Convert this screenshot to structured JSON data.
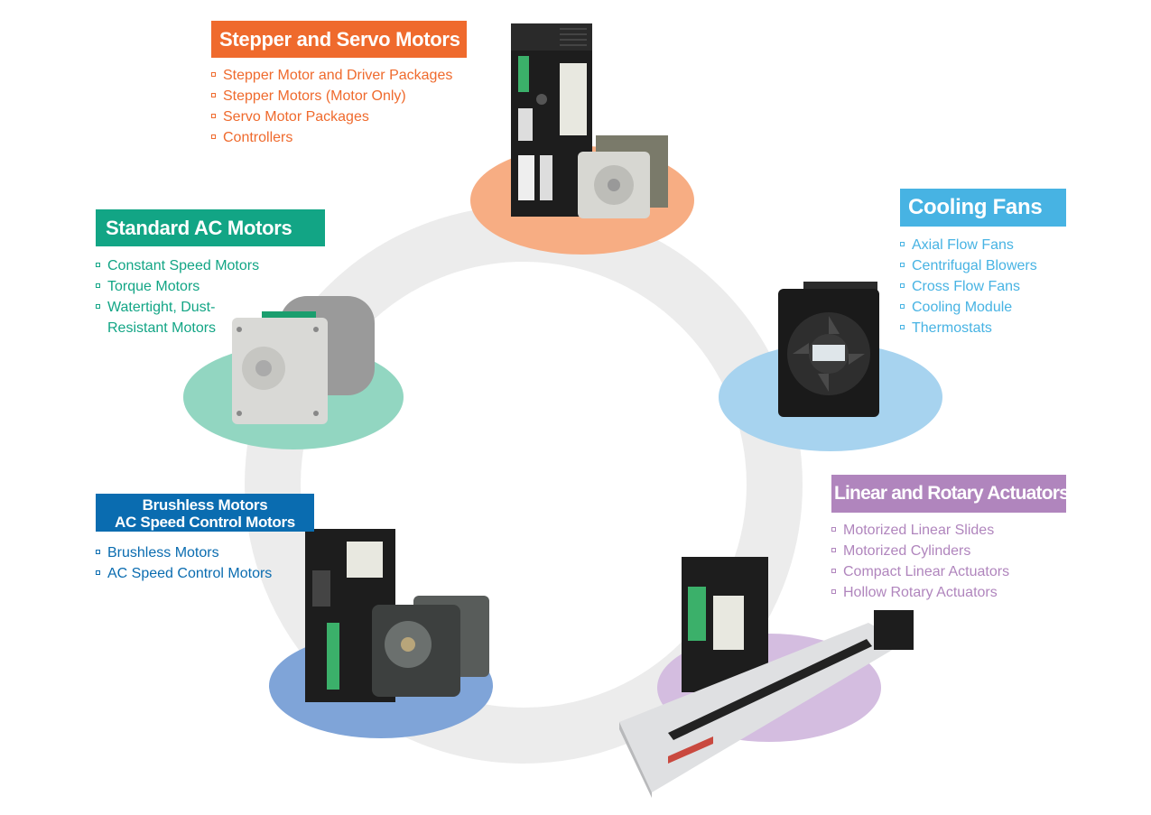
{
  "colors": {
    "ring": "#ececec",
    "stepper": "#ef6a2d",
    "stepper_blob": "#f7ad83",
    "ac": "#12a585",
    "ac_blob": "#92d6c1",
    "fans": "#47b3e3",
    "fans_blob": "#a7d3ef",
    "brushless": "#0a6cb0",
    "brushless_blob": "#7fa4d8",
    "actuators": "#b085bd",
    "actuators_blob": "#d4bde0"
  },
  "categories": {
    "stepper": {
      "title": "Stepper and Servo Motors",
      "items": [
        "Stepper Motor and Driver Packages",
        "Stepper Motors (Motor Only)",
        "Servo Motor Packages",
        "Controllers"
      ]
    },
    "ac": {
      "title": "Standard AC Motors",
      "items": [
        "Constant Speed Motors",
        "Torque Motors",
        "Watertight, Dust-Resistant Motors"
      ]
    },
    "fans": {
      "title": "Cooling Fans",
      "items": [
        "Axial Flow Fans",
        "Centrifugal Blowers",
        "Cross Flow Fans",
        "Cooling Module",
        "Thermostats"
      ]
    },
    "brushless": {
      "title_line1": "Brushless Motors",
      "title_line2": "AC Speed Control Motors",
      "items": [
        "Brushless Motors",
        "AC Speed Control Motors"
      ]
    },
    "actuators": {
      "title": "Linear and Rotary Actuators",
      "items": [
        "Motorized Linear Slides",
        "Motorized Cylinders",
        "Compact Linear Actuators",
        "Hollow Rotary Actuators"
      ]
    }
  }
}
